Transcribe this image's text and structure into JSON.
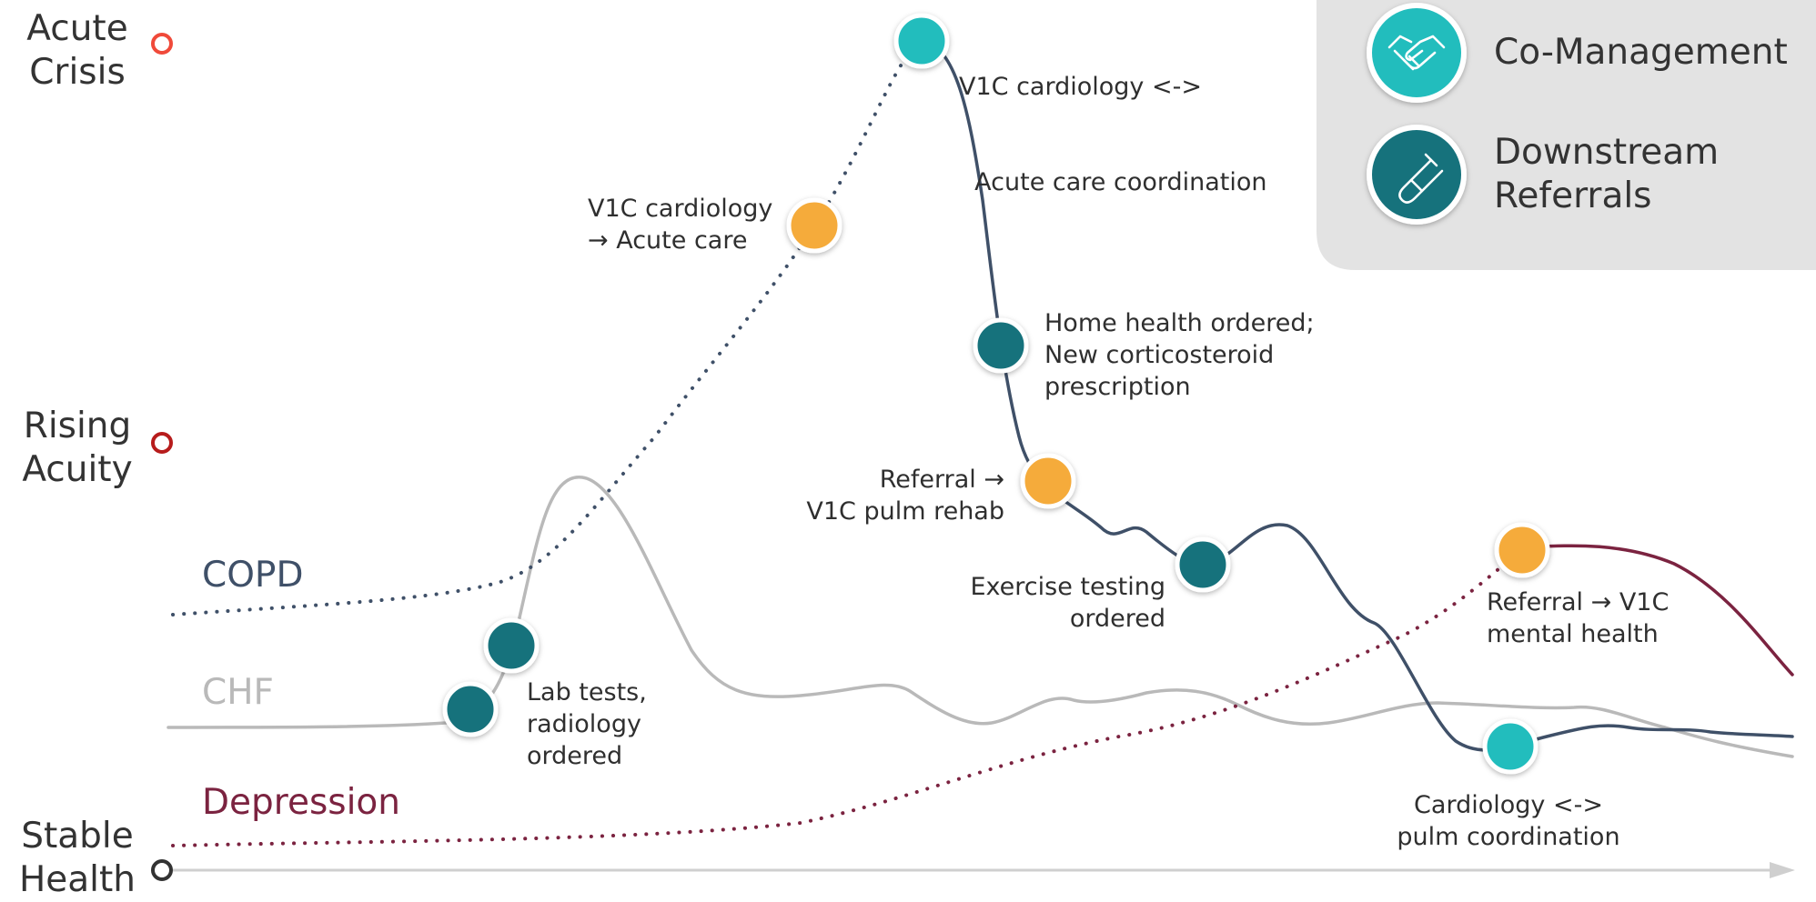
{
  "axis": {
    "top": [
      "Acute",
      "Crisis"
    ],
    "middle": [
      "Rising",
      "Acuity"
    ],
    "bottom": [
      "Stable",
      "Health"
    ]
  },
  "conditions": {
    "copd": "COPD",
    "chf": "CHF",
    "depression": "Depression"
  },
  "legend": {
    "co_management": {
      "label": "Co-Management",
      "icon": "handshake-icon"
    },
    "downstream": {
      "label_lines": [
        "Downstream",
        "Referrals"
      ],
      "icon": "test-tube-icon"
    }
  },
  "annotations": {
    "v1c_acute": [
      "V1C cardiology",
      "→ Acute care"
    ],
    "v1c_coord": [
      "V1C cardiology <->",
      "  Acute care coordination"
    ],
    "home_health": [
      "Home health ordered;",
      "New corticosteroid",
      "prescription"
    ],
    "pulm_rehab": [
      "Referral →",
      "V1C pulm rehab"
    ],
    "exercise": [
      "Exercise testing",
      "ordered"
    ],
    "lab_tests": [
      "Lab tests,",
      "radiology",
      "ordered"
    ],
    "mental_health": [
      "Referral → V1C",
      "mental health"
    ],
    "cardio_pulm": [
      "Cardiology <->",
      "pulm coordination"
    ]
  },
  "colors": {
    "copd": "#3f5068",
    "chf": "#b9b9b9",
    "depression": "#7b2340",
    "co_management": "#22bdbd",
    "downstream": "#17727c",
    "referral": "#f5ab3a",
    "axis_top": "#f04a3a",
    "axis_mid": "#b71c1c",
    "axis_bottom": "#333333",
    "legend_bg": "#e3e3e3"
  }
}
